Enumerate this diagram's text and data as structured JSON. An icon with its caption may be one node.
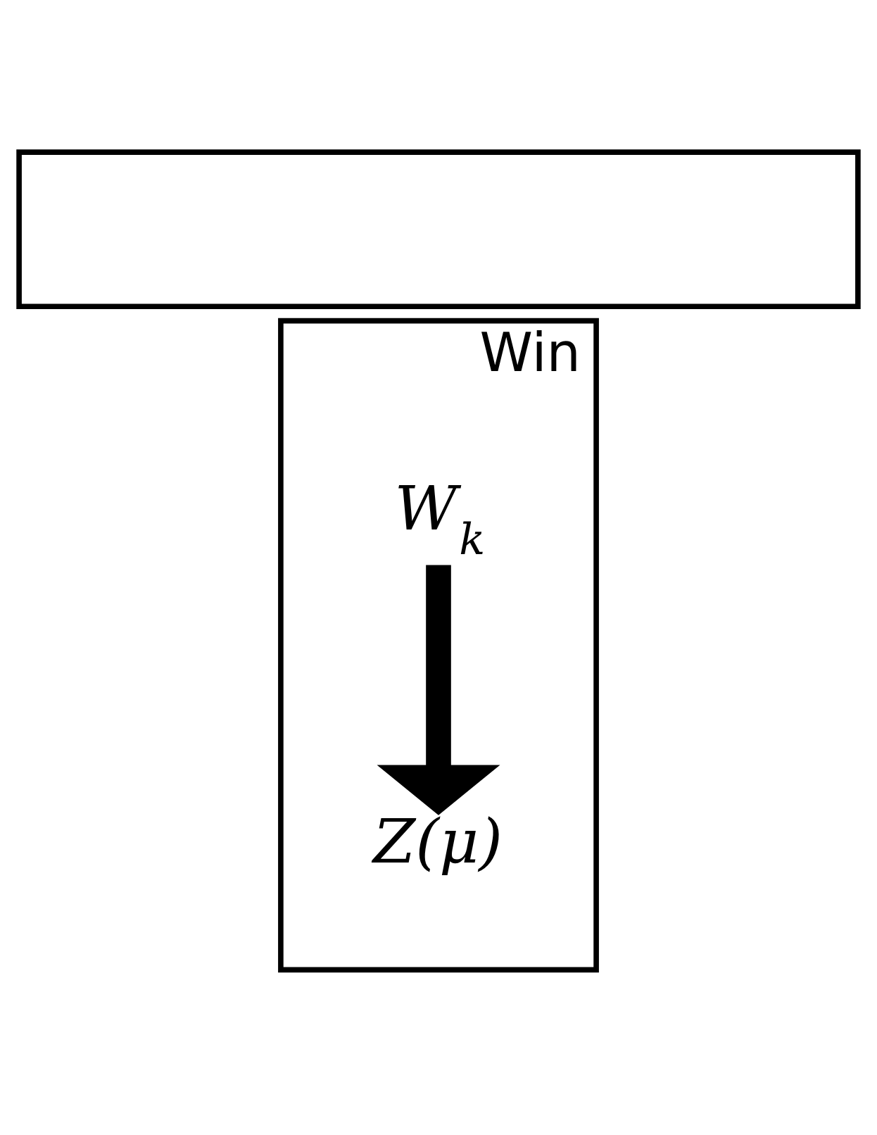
{
  "diagram": {
    "nodes": [
      {
        "text": [],
        "shape": "box"
      },
      {
        "text": [
          "Win"
        ]
      },
      {
        "text": [
          "W$_{k}$"
        ],
        "in": 1
      },
      {
        "text": [
          "Z(μ)"
        ],
        "in": 1
      }
    ],
    "edges": [
      {
        "from": 2,
        "to": 3,
        "arrow": "to"
      }
    ]
  }
}
